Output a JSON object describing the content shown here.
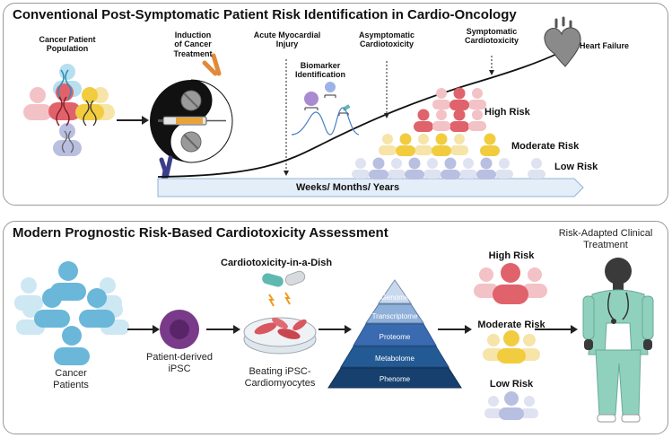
{
  "top_panel": {
    "title": "Conventional Post-Symptomatic Patient Risk Identification in Cardio-Oncology",
    "cancer_population": "Cancer Patient\nPopulation",
    "induction": "Induction\nof Cancer\nTreatment",
    "acute_injury": "Acute Myocardial\nInjury",
    "biomarker": "Biomarker\nIdentification",
    "asymptomatic": "Asymptomatic\nCardiotoxicity",
    "symptomatic": "Symptomatic\nCardiotoxicity",
    "heart_failure": "Heart Failure",
    "high_risk": "High Risk",
    "moderate_risk": "Moderate Risk",
    "low_risk": "Low Risk",
    "timeline": "Weeks/ Months/ Years"
  },
  "bottom_panel": {
    "title": "Modern Prognostic Risk-Based Cardiotoxicity Assessment",
    "cancer_patients": "Cancer\nPatients",
    "ipsc": "Patient-derived\niPSC",
    "dish_title": "Cardiotoxicity-in-a-Dish",
    "beating": "Beating iPSC-\nCardiomyocytes",
    "pyramid": [
      "Genome",
      "Transcriptome",
      "Proteome",
      "Metabolome",
      "Phenome"
    ],
    "high_risk": "High Risk",
    "moderate_risk": "Moderate Risk",
    "low_risk": "Low Risk",
    "treatment": "Risk-Adapted Clinical\nTreatment"
  },
  "colors": {
    "red": "#e0626b",
    "yellow": "#f2cc3f",
    "lavender": "#b9bfe0",
    "blue": "#6ab7d9",
    "purple": "#7a3a8a",
    "pyramid_light": "#c8d9ee",
    "pyramid_dark": "#17406e",
    "scrubs": "#8fd1bd"
  }
}
